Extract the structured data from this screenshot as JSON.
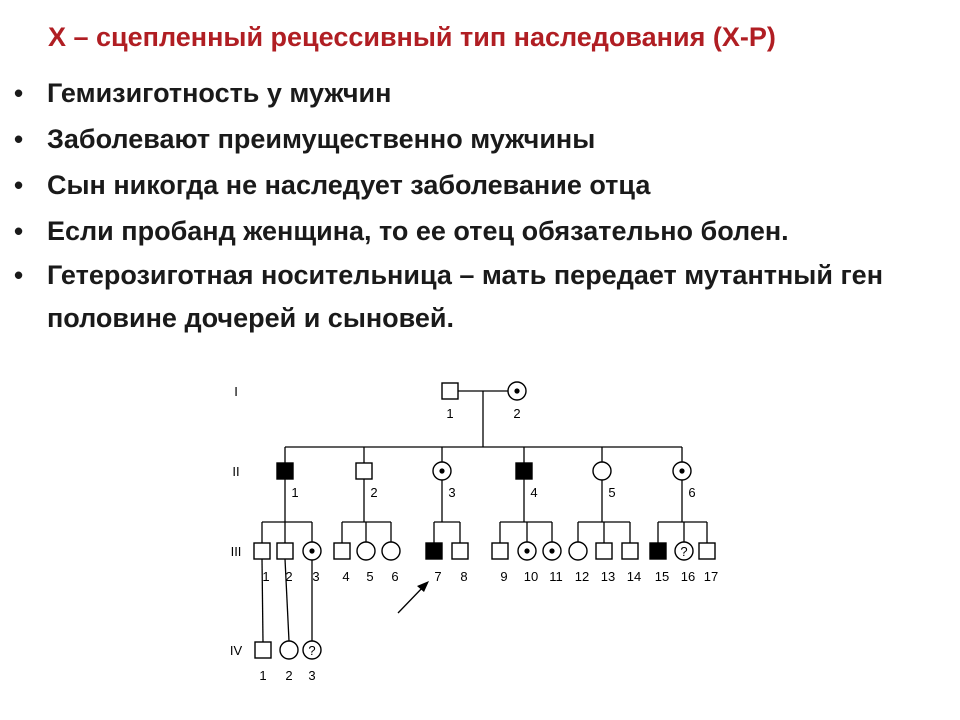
{
  "slide": {
    "title": "X – сцепленный рецессивный тип наследования (X-P)",
    "bullets": [
      "Гемизиготность у мужчин",
      "Заболевают преимущественно мужчины",
      "Сын никогда не наследует заболевание отца",
      "Если пробанд женщина, то ее отец обязательно болен.",
      "Гетерозиготная носительница – мать передает мутантный ген половине дочерей и сыновей."
    ]
  },
  "pedigree": {
    "generations": [
      "I",
      "II",
      "III",
      "IV"
    ],
    "individuals": {
      "I": [
        {
          "id": "1",
          "sex": "male",
          "status": "unaffected"
        },
        {
          "id": "2",
          "sex": "female",
          "status": "carrier"
        }
      ],
      "II": [
        {
          "id": "1",
          "sex": "male",
          "status": "affected"
        },
        {
          "id": "2",
          "sex": "male",
          "status": "unaffected"
        },
        {
          "id": "3",
          "sex": "female",
          "status": "carrier"
        },
        {
          "id": "4",
          "sex": "male",
          "status": "affected"
        },
        {
          "id": "5",
          "sex": "female",
          "status": "unaffected"
        },
        {
          "id": "6",
          "sex": "female",
          "status": "carrier"
        }
      ],
      "III": [
        {
          "id": "1",
          "sex": "male",
          "status": "unaffected"
        },
        {
          "id": "2",
          "sex": "male",
          "status": "unaffected"
        },
        {
          "id": "3",
          "sex": "female",
          "status": "carrier"
        },
        {
          "id": "4",
          "sex": "male",
          "status": "unaffected"
        },
        {
          "id": "5",
          "sex": "female",
          "status": "unaffected"
        },
        {
          "id": "6",
          "sex": "female",
          "status": "unaffected"
        },
        {
          "id": "7",
          "sex": "male",
          "status": "affected"
        },
        {
          "id": "8",
          "sex": "male",
          "status": "unaffected"
        },
        {
          "id": "9",
          "sex": "male",
          "status": "unaffected"
        },
        {
          "id": "10",
          "sex": "female",
          "status": "carrier"
        },
        {
          "id": "11",
          "sex": "female",
          "status": "carrier"
        },
        {
          "id": "12",
          "sex": "female",
          "status": "unaffected"
        },
        {
          "id": "13",
          "sex": "male",
          "status": "unaffected"
        },
        {
          "id": "14",
          "sex": "male",
          "status": "unaffected"
        },
        {
          "id": "15",
          "sex": "male",
          "status": "affected"
        },
        {
          "id": "16",
          "sex": "female",
          "status": "unknown"
        },
        {
          "id": "17",
          "sex": "male",
          "status": "unaffected"
        }
      ],
      "IV": [
        {
          "id": "1",
          "sex": "male",
          "status": "unaffected"
        },
        {
          "id": "2",
          "sex": "female",
          "status": "unaffected"
        },
        {
          "id": "3",
          "sex": "female",
          "status": "unknown"
        }
      ]
    },
    "proband": "III-7",
    "unknown_mark": "?"
  }
}
